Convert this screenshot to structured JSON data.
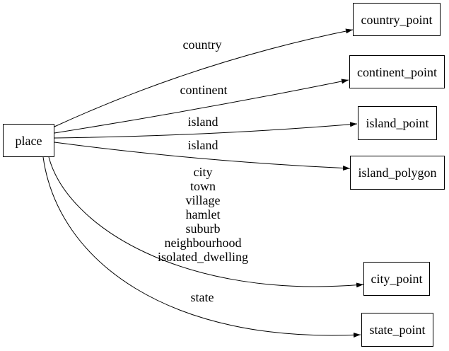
{
  "diagram": {
    "type": "directed-graph",
    "background_color": "#ffffff",
    "line_color": "#000000",
    "nodes": [
      {
        "id": "place",
        "label": "place"
      },
      {
        "id": "country_point",
        "label": "country_point"
      },
      {
        "id": "continent_point",
        "label": "continent_point"
      },
      {
        "id": "island_point",
        "label": "island_point"
      },
      {
        "id": "island_polygon",
        "label": "island_polygon"
      },
      {
        "id": "city_point",
        "label": "city_point"
      },
      {
        "id": "state_point",
        "label": "state_point"
      }
    ],
    "edges": [
      {
        "from": "place",
        "to": "country_point",
        "label": "country"
      },
      {
        "from": "place",
        "to": "continent_point",
        "label": "continent"
      },
      {
        "from": "place",
        "to": "island_point",
        "label": "island"
      },
      {
        "from": "place",
        "to": "island_polygon",
        "label": "island"
      },
      {
        "from": "place",
        "to": "city_point",
        "label_lines": [
          "city",
          "town",
          "village",
          "hamlet",
          "suburb",
          "neighbourhood",
          "isolated_dwelling"
        ]
      },
      {
        "from": "place",
        "to": "state_point",
        "label": "state"
      }
    ]
  }
}
